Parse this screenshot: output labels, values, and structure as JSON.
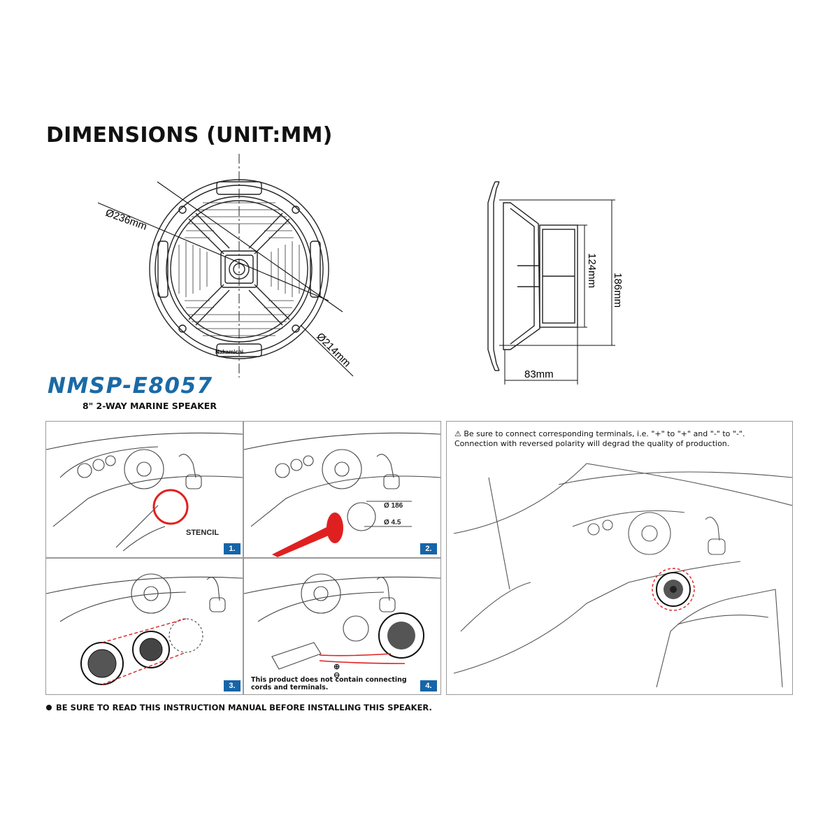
{
  "header": {
    "title": "DIMENSIONS (UNIT:MM)"
  },
  "front_view": {
    "outer_diameter_label": "Ø236mm",
    "cutout_diameter_label": "Ø214mm",
    "brand_mark": "Nakamichi"
  },
  "side_view": {
    "height_label": "186mm",
    "magnet_label": "124mm",
    "depth_label": "83mm"
  },
  "product": {
    "model": "NMSP-E8057",
    "subtitle": "8\" 2-WAY MARINE SPEAKER"
  },
  "steps": [
    {
      "number": "1.",
      "label": "STENCIL"
    },
    {
      "number": "2.",
      "hole_diameter": "Ø 186",
      "screw_diameter": "Ø 4.5"
    },
    {
      "number": "3."
    },
    {
      "number": "4.",
      "note": "This product does not contain connecting cords and terminals.",
      "plus": "⊕",
      "minus": "⊖"
    }
  ],
  "warning": {
    "icon": "warning-triangle-icon",
    "line1": "Be sure to connect corresponding terminals, i.e. \"+\" to \"+\" and \"-\" to \"-\".",
    "line2": "Connection with reversed polarity will degrad the quality of production."
  },
  "footer": {
    "text": "BE SURE TO READ THIS INSTRUCTION MANUAL BEFORE INSTALLING THIS SPEAKER."
  },
  "colors": {
    "model_blue": "#1a6aa6",
    "badge_blue": "#1565a8",
    "highlight_red": "#e02020"
  }
}
